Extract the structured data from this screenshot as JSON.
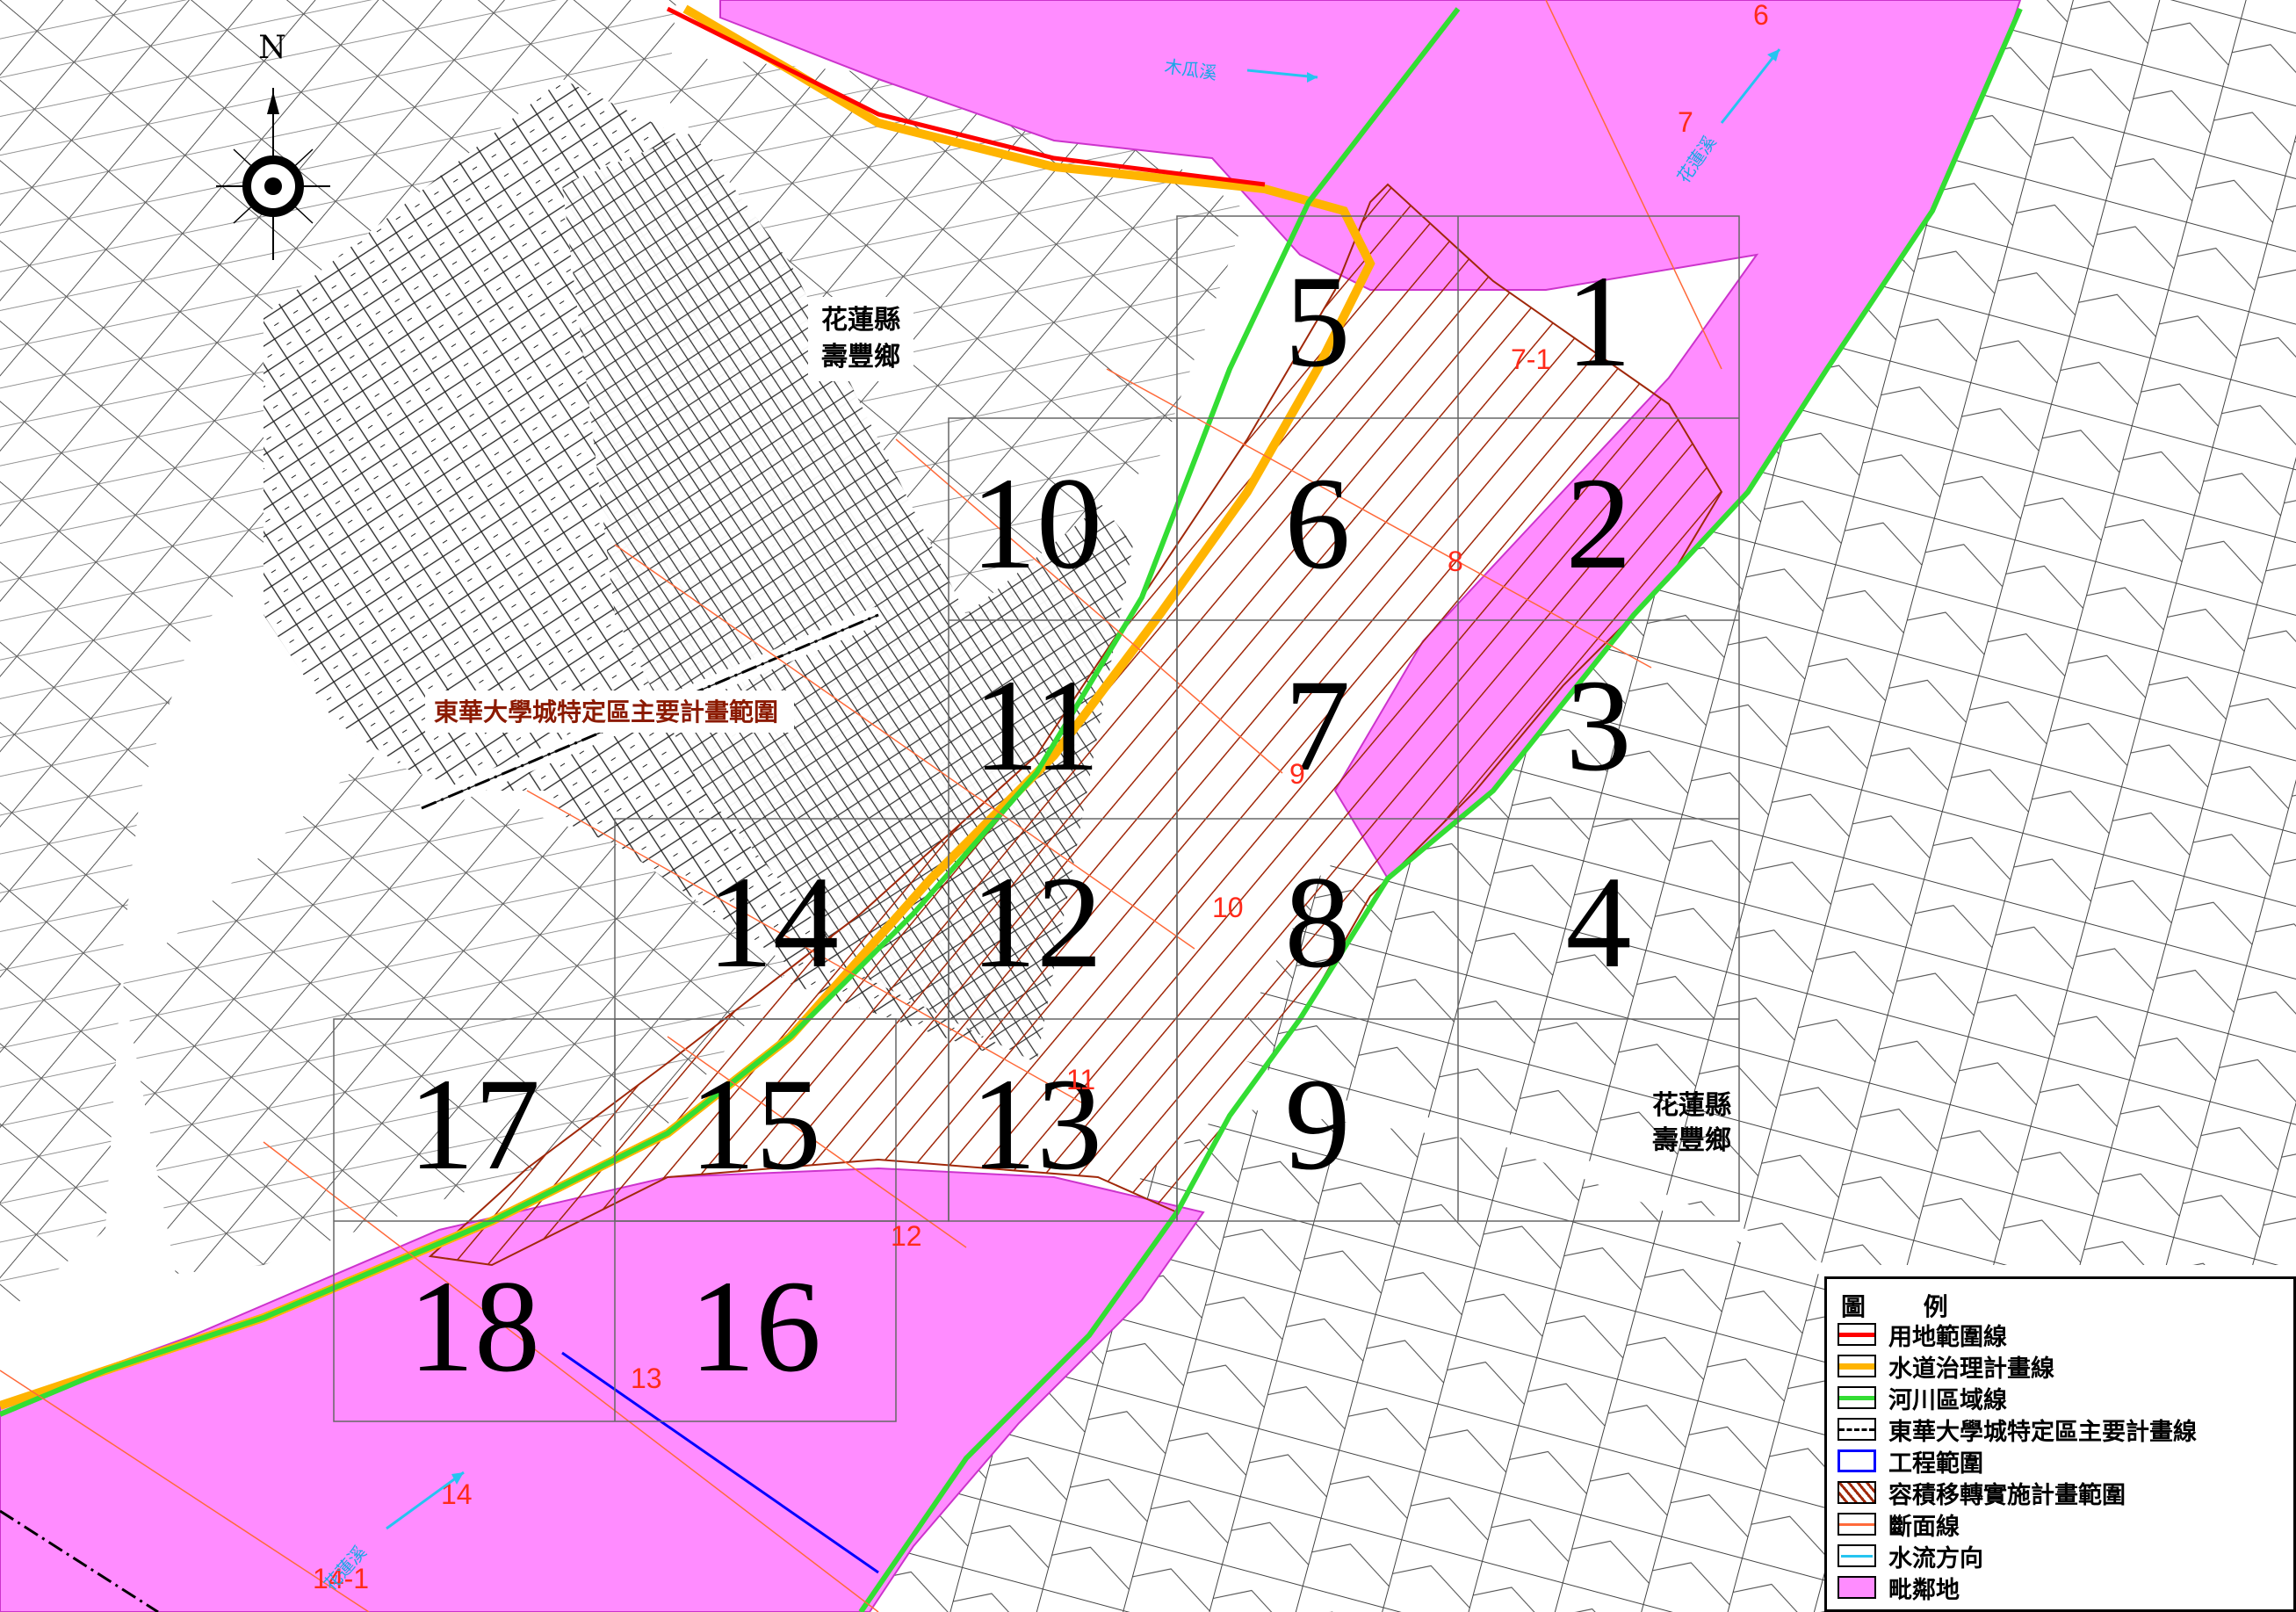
{
  "north_label": "N",
  "places": {
    "township_upper": [
      "花蓮縣",
      "壽豐鄉"
    ],
    "township_lower": [
      "花蓮縣",
      "壽豐鄉"
    ],
    "plan_area_label": "東華大學城特定區主要計畫範圍",
    "river_labels": [
      "木瓜溪",
      "花蓮溪",
      "花蓮溪"
    ]
  },
  "sheet_numbers": [
    "1",
    "2",
    "3",
    "4",
    "5",
    "6",
    "7",
    "8",
    "9",
    "10",
    "11",
    "12",
    "13",
    "14",
    "15",
    "16",
    "17",
    "18"
  ],
  "section_labels": [
    "6",
    "7",
    "7-1",
    "8",
    "9",
    "10",
    "11",
    "12",
    "13",
    "14",
    "14-1"
  ],
  "legend": {
    "title": "圖 例",
    "items": [
      {
        "label": "用地範圍線",
        "kind": "line",
        "color": "#ff0000"
      },
      {
        "label": "水道治理計畫線",
        "kind": "line",
        "color": "#ffb400"
      },
      {
        "label": "河川區域線",
        "kind": "line",
        "color": "#33dd33"
      },
      {
        "label": "東華大學城特定區主要計畫線",
        "kind": "dashdot",
        "color": "#000000"
      },
      {
        "label": "工程範圍",
        "kind": "box",
        "color": "#0000ff"
      },
      {
        "label": "容積移轉實施計畫範圍",
        "kind": "hatch",
        "color": "#a0280a"
      },
      {
        "label": "斷面線",
        "kind": "line",
        "color": "#ff6a3a"
      },
      {
        "label": "水流方向",
        "kind": "arrow",
        "color": "#25c4f0"
      },
      {
        "label": "毗鄰地",
        "kind": "fill",
        "color": "#ff8cff"
      }
    ]
  },
  "colors": {
    "adjacent_land": "#ff8cff",
    "hatch": "#a0280a",
    "boundary_red": "#ff0000",
    "river_green": "#33dd33",
    "governance_orange": "#ffb400",
    "section_line": "#ff6a3a",
    "flow_arrow": "#25c4f0",
    "work_range": "#0000ff"
  }
}
